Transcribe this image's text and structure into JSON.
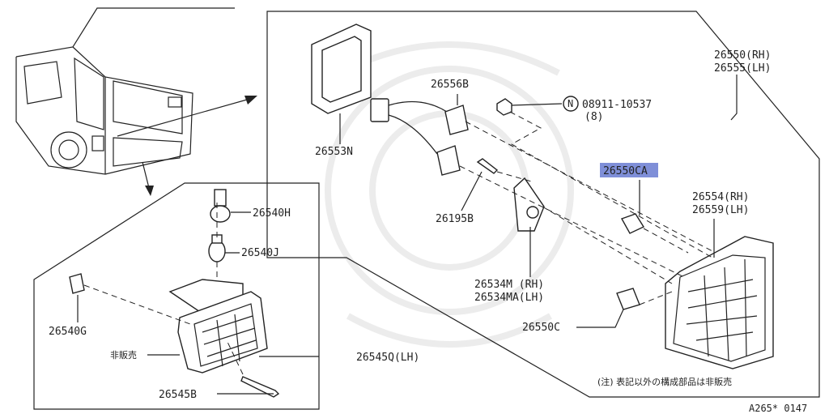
{
  "highlight_color": "#7f8fd8",
  "labels": {
    "p26550_rh": "26550(RH)",
    "p26555_lh": "26555(LH)",
    "p26556b": "26556B",
    "nut_code": "08911-10537",
    "nut_qty": "(8)",
    "nut_marker": "N",
    "p26553n": "26553N",
    "p26550ca": "26550CA",
    "p26195b": "26195B",
    "p26554_rh": "26554(RH)",
    "p26559_lh": "26559(LH)",
    "p26534m_rh": "26534M (RH)",
    "p26534ma_lh": "26534MA(LH)",
    "p26550c": "26550C",
    "p26540h": "26540H",
    "p26540j": "26540J",
    "p26540g": "26540G",
    "not_sold": "非販売",
    "p26545q_lh": "26545Q(LH)",
    "p26545b": "26545B",
    "note": "(注) 表記以外の構成部品は非販売",
    "diagram_code": "A265* 0147"
  },
  "icons": [
    "rear-vehicle-illustration",
    "tail-lamp-icon",
    "rear-fog-lamp-icon"
  ]
}
